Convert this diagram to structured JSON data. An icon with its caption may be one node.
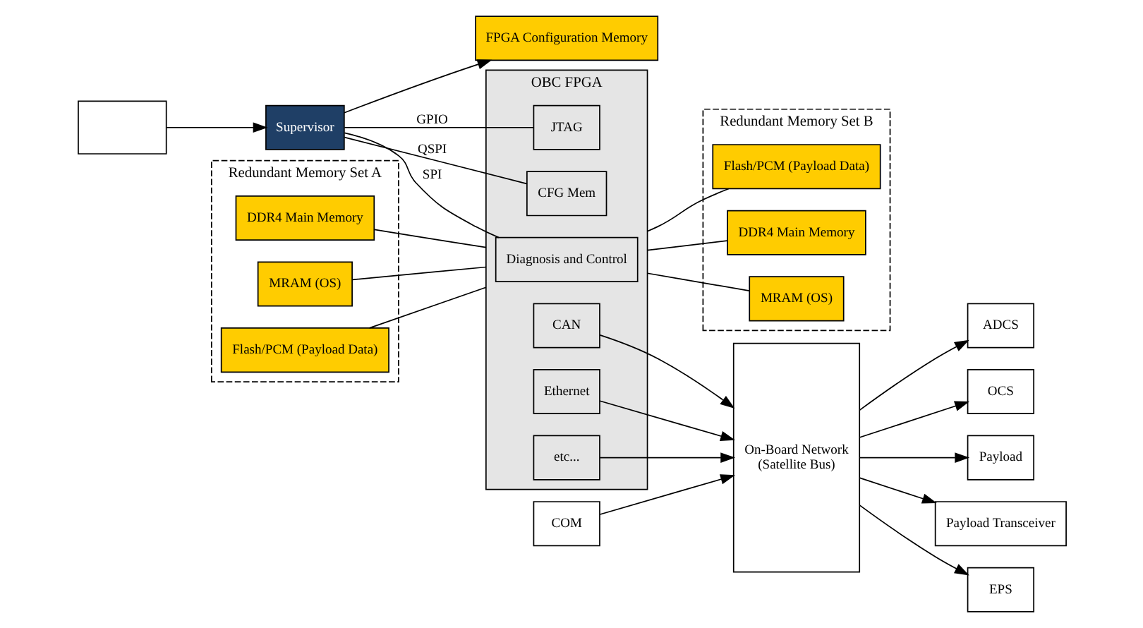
{
  "diagram": {
    "nodes": [
      {
        "text": [],
        "shape": "box"
      },
      {
        "text": [
          "Supervisor"
        ]
      },
      {
        "text": [
          "FPGA Configuration Memory"
        ]
      },
      {
        "text": [
          "Redundant Memory Set A"
        ]
      },
      {
        "text": [
          "DDR4 Main Memory"
        ],
        "in": 3
      },
      {
        "text": [
          "MRAM (OS)"
        ],
        "in": 3
      },
      {
        "text": [
          "Flash/PCM (Payload Data)"
        ],
        "in": 3
      },
      {
        "text": [
          "OBC FPGA"
        ]
      },
      {
        "text": [
          "Diagnosis and Control"
        ],
        "in": 7
      },
      {
        "text": [
          "JTAG"
        ],
        "in": 7
      },
      {
        "text": [
          "CFG Mem"
        ],
        "in": 7
      },
      {
        "text": [
          "CAN"
        ],
        "in": 7
      },
      {
        "text": [
          "Ethernet"
        ],
        "in": 7
      },
      {
        "text": [
          "etc..."
        ],
        "in": 7
      },
      {
        "text": [
          "Redundant Memory Set B"
        ]
      },
      {
        "text": [
          "DDR4 Main Memory"
        ],
        "in": 14
      },
      {
        "text": [
          "MRAM (OS)"
        ],
        "in": 14
      },
      {
        "text": [
          "Flash/PCM (Payload Data)"
        ],
        "in": 14
      },
      {
        "text": [
          "COM"
        ]
      },
      {
        "text": [
          "On-Board Network",
          "(Satellite Bus)"
        ]
      },
      {
        "text": [
          "ADCS"
        ]
      },
      {
        "text": [
          "OCS"
        ]
      },
      {
        "text": [
          "Payload"
        ]
      },
      {
        "text": [
          "Payload Transceiver"
        ]
      },
      {
        "text": [
          "EPS"
        ]
      }
    ],
    "edges": [
      {
        "from": 0,
        "to": 1,
        "arrow": "to"
      },
      {
        "from": 1,
        "to": 8,
        "arrow": "none",
        "label": "SPI"
      },
      {
        "from": 1,
        "to": 9,
        "arrow": "none",
        "label": "GPIO"
      },
      {
        "from": 1,
        "to": 10,
        "arrow": "none",
        "label": "QSPI"
      },
      {
        "from": 1,
        "to": 2,
        "arrow": "to"
      },
      {
        "from": 4,
        "to": 7,
        "arrow": "none"
      },
      {
        "from": 5,
        "to": 7,
        "arrow": "none"
      },
      {
        "from": 6,
        "to": 7,
        "arrow": "none"
      },
      {
        "from": 7,
        "to": 15,
        "arrow": "none"
      },
      {
        "from": 7,
        "to": 16,
        "arrow": "none"
      },
      {
        "from": 7,
        "to": 17,
        "arrow": "none"
      },
      {
        "from": 11,
        "to": 19,
        "arrow": "to"
      },
      {
        "from": 12,
        "to": 19,
        "arrow": "to"
      },
      {
        "from": 13,
        "to": 19,
        "arrow": "to"
      },
      {
        "from": 18,
        "to": 19,
        "arrow": "to"
      },
      {
        "from": 19,
        "to": 20,
        "arrow": "to"
      },
      {
        "from": 19,
        "to": 21,
        "arrow": "to"
      },
      {
        "from": 19,
        "to": 22,
        "arrow": "to"
      },
      {
        "from": 19,
        "to": 23,
        "arrow": "to"
      },
      {
        "from": 19,
        "to": 24,
        "arrow": "to"
      }
    ]
  }
}
